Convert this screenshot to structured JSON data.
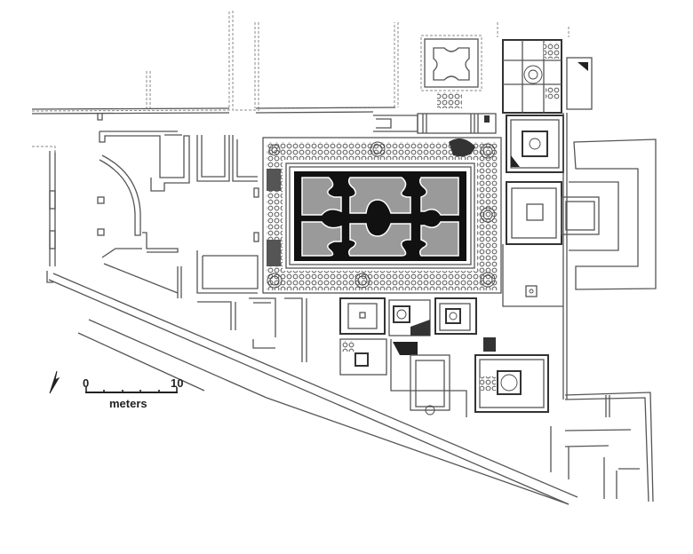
{
  "figure": {
    "type": "architectural-floor-plan",
    "subject": "garden complex with central ornamental pool (euripus) and surrounding rooms"
  },
  "scale_bar": {
    "start_label": "0",
    "end_label": "10",
    "unit_label": "meters",
    "ticks": 6
  },
  "north_arrow": {
    "icon": "north-arrow-icon"
  },
  "colors": {
    "background": "#ffffff",
    "walls": "#555555",
    "pool_water": "#9a9a9a",
    "pool_border": "#111111",
    "mosaic": "#444444"
  }
}
